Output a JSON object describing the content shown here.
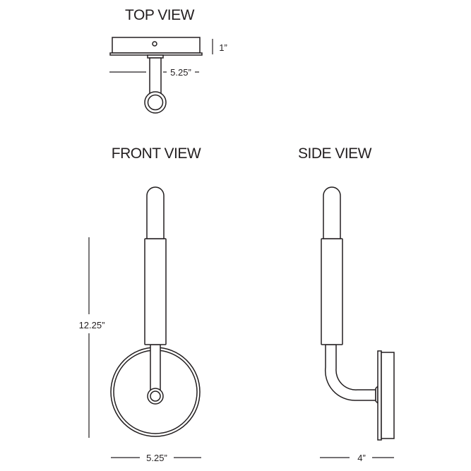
{
  "views": {
    "top": {
      "title": "TOP VIEW",
      "depth_label": "1”",
      "width_label": "5.25”"
    },
    "front": {
      "title": "FRONT VIEW",
      "height_label": "12.25”",
      "width_label": "5.25”"
    },
    "side": {
      "title": "SIDE VIEW",
      "depth_label": "4”"
    }
  }
}
